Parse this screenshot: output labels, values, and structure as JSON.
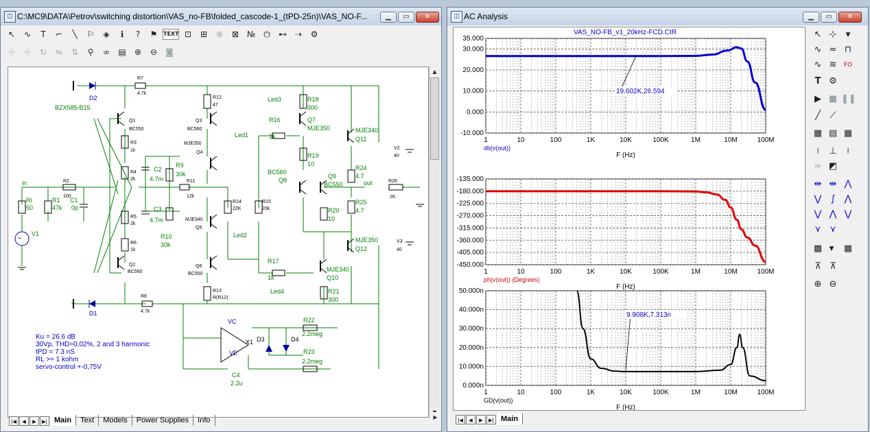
{
  "schematic_window": {
    "title": "C:\\MC9\\DATA\\Petrov\\switching distortion\\VAS_no-FB\\folded_cascode-1_(tPD-25n)\\VAS_NO-F...",
    "text_tool_label": "TEXT",
    "tabs": [
      "Main",
      "Text",
      "Models",
      "Power Supplies",
      "Info"
    ],
    "annotation_lines": [
      "Ku = 26.6 dB",
      "30Vp, THD=0,02%, 2 and 3 harmonic",
      "tPD = 7.3 nS",
      "RL >= 1 kohm",
      "servo-control  +-0,75V"
    ],
    "components": {
      "D2": "D2",
      "D2_part": "BZX585-B15",
      "R7": "R7",
      "R7_val": "4.7k",
      "R12": "R12",
      "R12_val": "47",
      "Led3": "Led3",
      "R18": "R18",
      "R18_val": "300",
      "R16": "R16",
      "R16_val": "1k",
      "Q7": "Q7",
      "Q7_part": "MJE350",
      "Q1": "Q1",
      "Q1_part": "BC550",
      "Q3": "Q3",
      "Q3_part": "BC560",
      "MJE350": "MJE350",
      "Q4": "Q4",
      "Led1": "Led1",
      "MJE340_11": "MJE340",
      "Q11": "Q11",
      "V2": "V2",
      "V2_val": "40",
      "R3": "R3",
      "R3_val": "1k",
      "C2": "C2",
      "C2_val": "4.7m",
      "R9": "R9",
      "R9_val": "30k",
      "R4": "R4",
      "R4_val": "2k",
      "R19": "R19",
      "R19_val": "10",
      "BC560": "BC560",
      "Q9": "Q9",
      "R24": "R24",
      "R24_val": "4.7",
      "Q8": "Q8",
      "BC550_9": "BC550",
      "out": "out",
      "R26": "R26",
      "R26_val": "2K",
      "in": "in",
      "R2": "R2",
      "R2_val": "100",
      "R11": "R11",
      "R11_val": "12k",
      "Ri": "Ri",
      "Ri_val": "50",
      "R1": "R1",
      "R1_val": "47k",
      "C1": "C1",
      "C1_val": "0p",
      "R14": "R14",
      "R14_val": "22K",
      "R15": "R15",
      "R15_val": "20k",
      "R25": "R25",
      "R25_val": "4.7",
      "R5": "R5",
      "R5_val": "2k",
      "C3": "C3",
      "C3_val": "4.7m",
      "MJE340": "MJE340",
      "Q5": "Q5",
      "R20": "R20",
      "R20_val": "10",
      "V1": "V1",
      "R6": "R6",
      "R6_val": "1k",
      "R10": "R10",
      "R10_val": "30k",
      "Led2": "Led2",
      "MJE350_12": "MJE350",
      "Q12": "Q12",
      "V3": "V3",
      "V3_val": "40",
      "Q2": "Q2",
      "Q2_part": "BC560",
      "Q6": "Q6",
      "Q6_part": "BC550",
      "R17": "R17",
      "R17_val": "1k",
      "MJE340_10": "MJE340",
      "Q10": "Q10",
      "D1": "D1",
      "R8": "R8",
      "R8_val": "4.7k",
      "R13": "R13",
      "R13_val": "R(R12)",
      "Led4": "Led4",
      "R21": "R21",
      "R21_val": "300",
      "VC": "VC",
      "VE": "VE",
      "X1": "X1",
      "D3": "D3",
      "D4": "D4",
      "R22": "R22",
      "R22_val": "2.2meg",
      "R23": "R23",
      "R23_val": "2.2meg",
      "C4": "C4",
      "C4_val": "2.2u"
    }
  },
  "analysis_window": {
    "title": "AC Analysis",
    "tab": "Main",
    "plot_title": "VAS_NO-FB_v1_20kHz-FCD.CIR",
    "x_tick_labels": [
      "1",
      "10",
      "100",
      "1K",
      "10K",
      "100K",
      "1M",
      "10M",
      "100M"
    ],
    "x_axis_label": "F (Hz)"
  },
  "chart_data": [
    {
      "type": "line",
      "title": "VAS_NO-FB_v1_20kHz-FCD.CIR",
      "xlabel": "F (Hz)",
      "ylabel": "db(v(out))",
      "x_scale": "log",
      "xlim": [
        1,
        100000000
      ],
      "ylim": [
        -10,
        35
      ],
      "y_tick_labels": [
        "35.000",
        "30.000",
        "20.000",
        "10.000",
        "0.000",
        "-10.000"
      ],
      "y_ticks": [
        35,
        30,
        20,
        10,
        0,
        -10
      ],
      "grid": true,
      "color": "#0000cc",
      "x": [
        1,
        10,
        100,
        1000,
        10000,
        100000,
        1000000,
        3000000,
        8000000,
        15000000,
        20000000,
        30000000,
        50000000,
        100000000
      ],
      "y": [
        26.6,
        26.6,
        26.6,
        26.6,
        26.6,
        26.6,
        26.7,
        27.3,
        29.2,
        30.8,
        30.2,
        24.0,
        14.0,
        1.0
      ],
      "annotation": "19.602K,26.594"
    },
    {
      "type": "line",
      "xlabel": "F (Hz)",
      "ylabel": "ph(v(out)) (Degrees)",
      "x_scale": "log",
      "xlim": [
        1,
        100000000
      ],
      "ylim": [
        -450,
        -135
      ],
      "y_tick_labels": [
        "-135.000",
        "-180.000",
        "-225.000",
        "-270.000",
        "-315.000",
        "-360.000",
        "-405.000",
        "-450.000"
      ],
      "y_ticks": [
        -135,
        -180,
        -225,
        -270,
        -315,
        -360,
        -405,
        -450
      ],
      "grid": true,
      "color": "#dd0000",
      "x": [
        1,
        10,
        100,
        1000,
        10000,
        100000,
        1000000,
        2000000,
        4000000,
        7000000,
        10000000,
        15000000,
        20000000,
        30000000,
        50000000,
        100000000
      ],
      "y": [
        -180,
        -180,
        -180,
        -180,
        -180,
        -180,
        -181,
        -184,
        -192,
        -212,
        -240,
        -285,
        -320,
        -350,
        -380,
        -440
      ]
    },
    {
      "type": "line",
      "xlabel": "F (Hz)",
      "ylabel": "GD(v(out))",
      "x_scale": "log",
      "xlim": [
        1,
        100000000
      ],
      "ylim": [
        0,
        50
      ],
      "y_tick_labels": [
        "50.000n",
        "40.000n",
        "30.000n",
        "20.000n",
        "10.000n",
        "0.000n"
      ],
      "y_ticks": [
        50,
        40,
        30,
        20,
        10,
        0
      ],
      "grid": true,
      "color": "#000000",
      "x": [
        400,
        600,
        1000,
        2000,
        5000,
        10000,
        100000,
        1000000,
        5000000,
        10000000,
        15000000,
        18000000,
        22000000,
        35000000,
        100000000
      ],
      "y": [
        50,
        30,
        14,
        9,
        7.5,
        7.3,
        7.3,
        7.3,
        8.0,
        11.0,
        20.0,
        27.0,
        20.0,
        5.0,
        2.5
      ],
      "annotation": "9.908K,7.313n"
    }
  ]
}
